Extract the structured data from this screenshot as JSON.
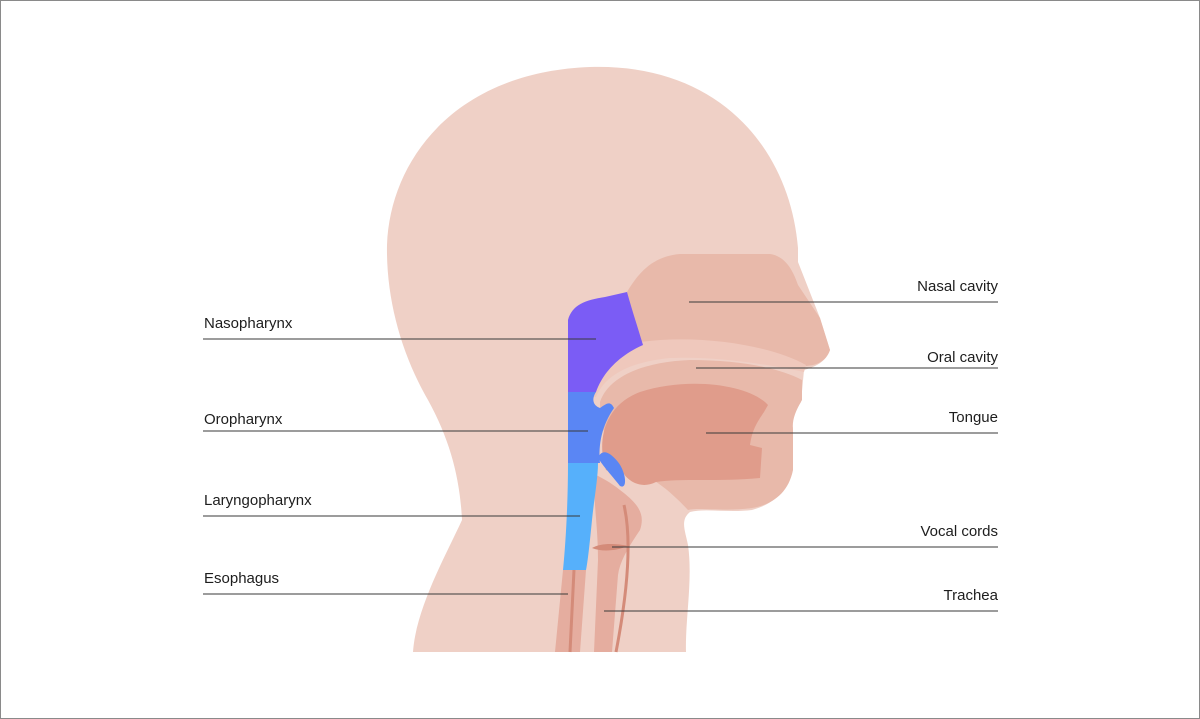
{
  "colors": {
    "head": "#efd0c6",
    "inner": "#e8b9aa",
    "palate": "#efc8bc",
    "tongue": "#e09c8b",
    "tube": "#e5ad9f",
    "tube_line": "#d48b79",
    "nasopharynx": "#7b5cf5",
    "oropharynx": "#5a86f4",
    "laryngopharynx": "#56b0fb",
    "leader_line": "#3a3a3a"
  },
  "labels": {
    "nasopharynx": "Nasopharynx",
    "oropharynx": "Oropharynx",
    "laryngopharynx": "Laryngopharynx",
    "esophagus": "Esophagus",
    "nasal_cavity": "Nasal cavity",
    "oral_cavity": "Oral cavity",
    "tongue": "Tongue",
    "vocal_cords": "Vocal cords",
    "trachea": "Trachea"
  }
}
